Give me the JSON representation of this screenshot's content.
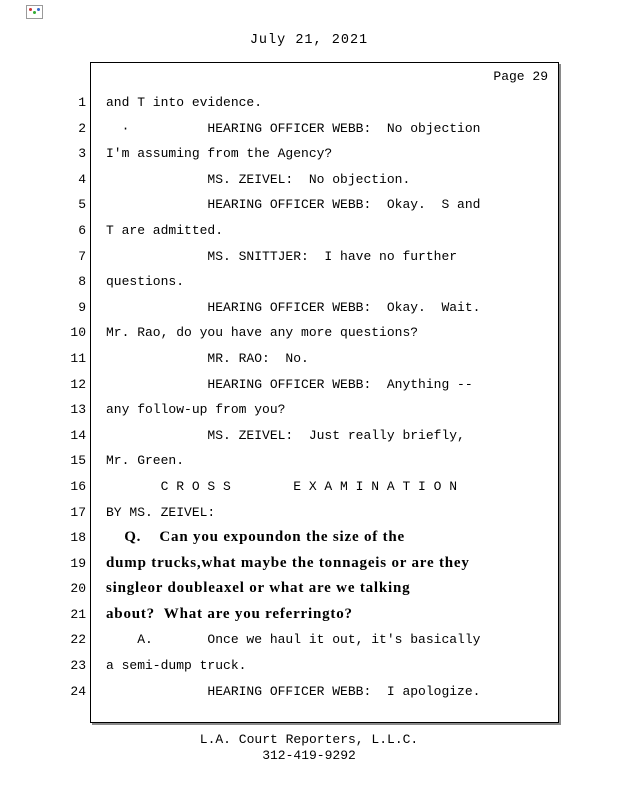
{
  "header": {
    "date": "July 21, 2021"
  },
  "page": {
    "page_label": "Page 29"
  },
  "footer": {
    "company": "L.A. Court Reporters, L.L.C.",
    "phone": "312-419-9292"
  },
  "transcript": {
    "lines": [
      {
        "num": "1",
        "bold": false,
        "text": "and T into evidence."
      },
      {
        "num": "2",
        "bold": false,
        "text": "  ·          HEARING OFFICER WEBB:  No objection"
      },
      {
        "num": "3",
        "bold": false,
        "text": "I'm assuming from the Agency?"
      },
      {
        "num": "4",
        "bold": false,
        "text": "             MS. ZEIVEL:  No objection."
      },
      {
        "num": "5",
        "bold": false,
        "text": "             HEARING OFFICER WEBB:  Okay.  S and"
      },
      {
        "num": "6",
        "bold": false,
        "text": "T are admitted."
      },
      {
        "num": "7",
        "bold": false,
        "text": "             MS. SNITTJER:  I have no further"
      },
      {
        "num": "8",
        "bold": false,
        "text": "questions."
      },
      {
        "num": "9",
        "bold": false,
        "text": "             HEARING OFFICER WEBB:  Okay.  Wait."
      },
      {
        "num": "10",
        "bold": false,
        "text": "Mr. Rao, do you have any more questions?"
      },
      {
        "num": "11",
        "bold": false,
        "text": "             MR. RAO:  No."
      },
      {
        "num": "12",
        "bold": false,
        "text": "             HEARING OFFICER WEBB:  Anything --"
      },
      {
        "num": "13",
        "bold": false,
        "text": "any follow-up from you?"
      },
      {
        "num": "14",
        "bold": false,
        "text": "             MS. ZEIVEL:  Just really briefly,"
      },
      {
        "num": "15",
        "bold": false,
        "text": "Mr. Green."
      },
      {
        "num": "16",
        "bold": false,
        "text": "       C R O S S        E X A M I N A T I O N"
      },
      {
        "num": "17",
        "bold": false,
        "text": "BY MS. ZEIVEL:"
      },
      {
        "num": "18",
        "bold": true,
        "text": "    Q.    Can you expoundon the size of the"
      },
      {
        "num": "19",
        "bold": true,
        "text": "dump trucks,what maybe the tonnageis or are they"
      },
      {
        "num": "20",
        "bold": true,
        "text": "singleor doubleaxel or what are we talking"
      },
      {
        "num": "21",
        "bold": true,
        "text": "about?  What are you referringto?"
      },
      {
        "num": "22",
        "bold": false,
        "text": "    A.       Once we haul it out, it's basically"
      },
      {
        "num": "23",
        "bold": false,
        "text": "a semi-dump truck."
      },
      {
        "num": "24",
        "bold": false,
        "text": "             HEARING OFFICER WEBB:  I apologize."
      }
    ]
  }
}
